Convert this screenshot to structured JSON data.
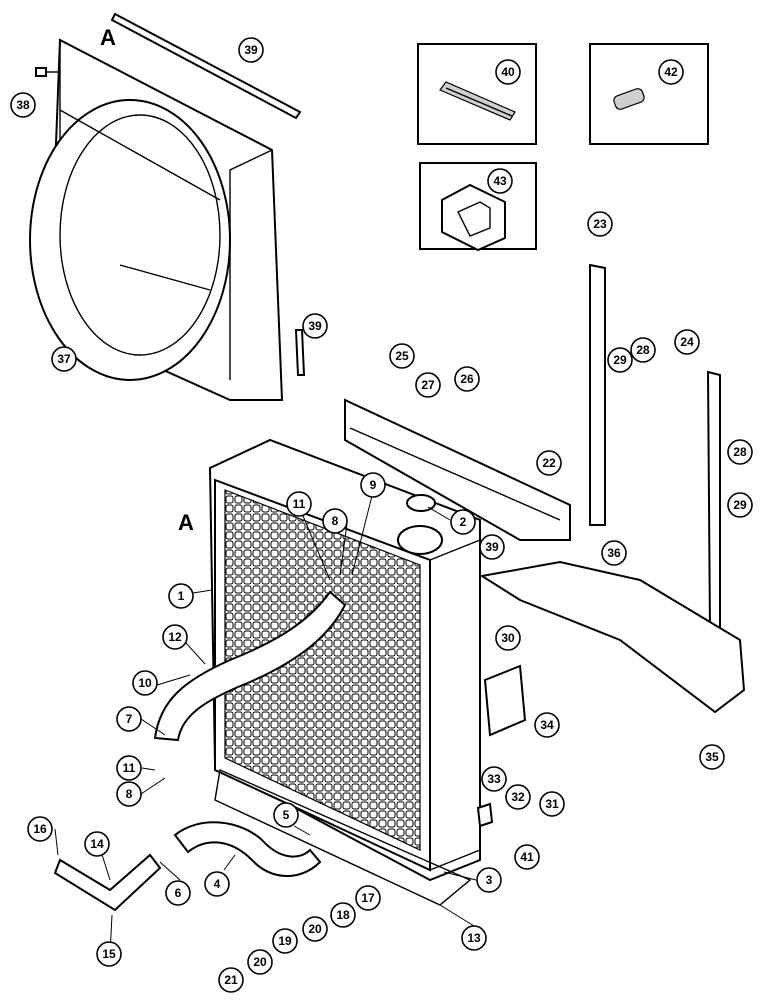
{
  "view_marker": "A",
  "callouts": [
    {
      "id": "c1",
      "label": "1"
    },
    {
      "id": "c2",
      "label": "2"
    },
    {
      "id": "c3",
      "label": "3"
    },
    {
      "id": "c4",
      "label": "4"
    },
    {
      "id": "c5",
      "label": "5"
    },
    {
      "id": "c6",
      "label": "6"
    },
    {
      "id": "c7",
      "label": "7"
    },
    {
      "id": "c8a",
      "label": "8"
    },
    {
      "id": "c8b",
      "label": "8"
    },
    {
      "id": "c9",
      "label": "9"
    },
    {
      "id": "c10",
      "label": "10"
    },
    {
      "id": "c11a",
      "label": "11"
    },
    {
      "id": "c11b",
      "label": "11"
    },
    {
      "id": "c12",
      "label": "12"
    },
    {
      "id": "c13",
      "label": "13"
    },
    {
      "id": "c14",
      "label": "14"
    },
    {
      "id": "c15",
      "label": "15"
    },
    {
      "id": "c16",
      "label": "16"
    },
    {
      "id": "c17",
      "label": "17"
    },
    {
      "id": "c18",
      "label": "18"
    },
    {
      "id": "c19",
      "label": "19"
    },
    {
      "id": "c20a",
      "label": "20"
    },
    {
      "id": "c20b",
      "label": "20"
    },
    {
      "id": "c21",
      "label": "21"
    },
    {
      "id": "c22",
      "label": "22"
    },
    {
      "id": "c23",
      "label": "23"
    },
    {
      "id": "c24",
      "label": "24"
    },
    {
      "id": "c25",
      "label": "25"
    },
    {
      "id": "c26",
      "label": "26"
    },
    {
      "id": "c27",
      "label": "27"
    },
    {
      "id": "c28a",
      "label": "28"
    },
    {
      "id": "c28b",
      "label": "28"
    },
    {
      "id": "c29a",
      "label": "29"
    },
    {
      "id": "c29b",
      "label": "29"
    },
    {
      "id": "c30",
      "label": "30"
    },
    {
      "id": "c31",
      "label": "31"
    },
    {
      "id": "c32",
      "label": "32"
    },
    {
      "id": "c33",
      "label": "33"
    },
    {
      "id": "c34",
      "label": "34"
    },
    {
      "id": "c35",
      "label": "35"
    },
    {
      "id": "c36",
      "label": "36"
    },
    {
      "id": "c37",
      "label": "37"
    },
    {
      "id": "c38",
      "label": "38"
    },
    {
      "id": "c39a",
      "label": "39"
    },
    {
      "id": "c39b",
      "label": "39"
    },
    {
      "id": "c39c",
      "label": "39"
    },
    {
      "id": "c40",
      "label": "40"
    },
    {
      "id": "c41",
      "label": "41"
    },
    {
      "id": "c42",
      "label": "42"
    },
    {
      "id": "c43",
      "label": "43"
    }
  ]
}
